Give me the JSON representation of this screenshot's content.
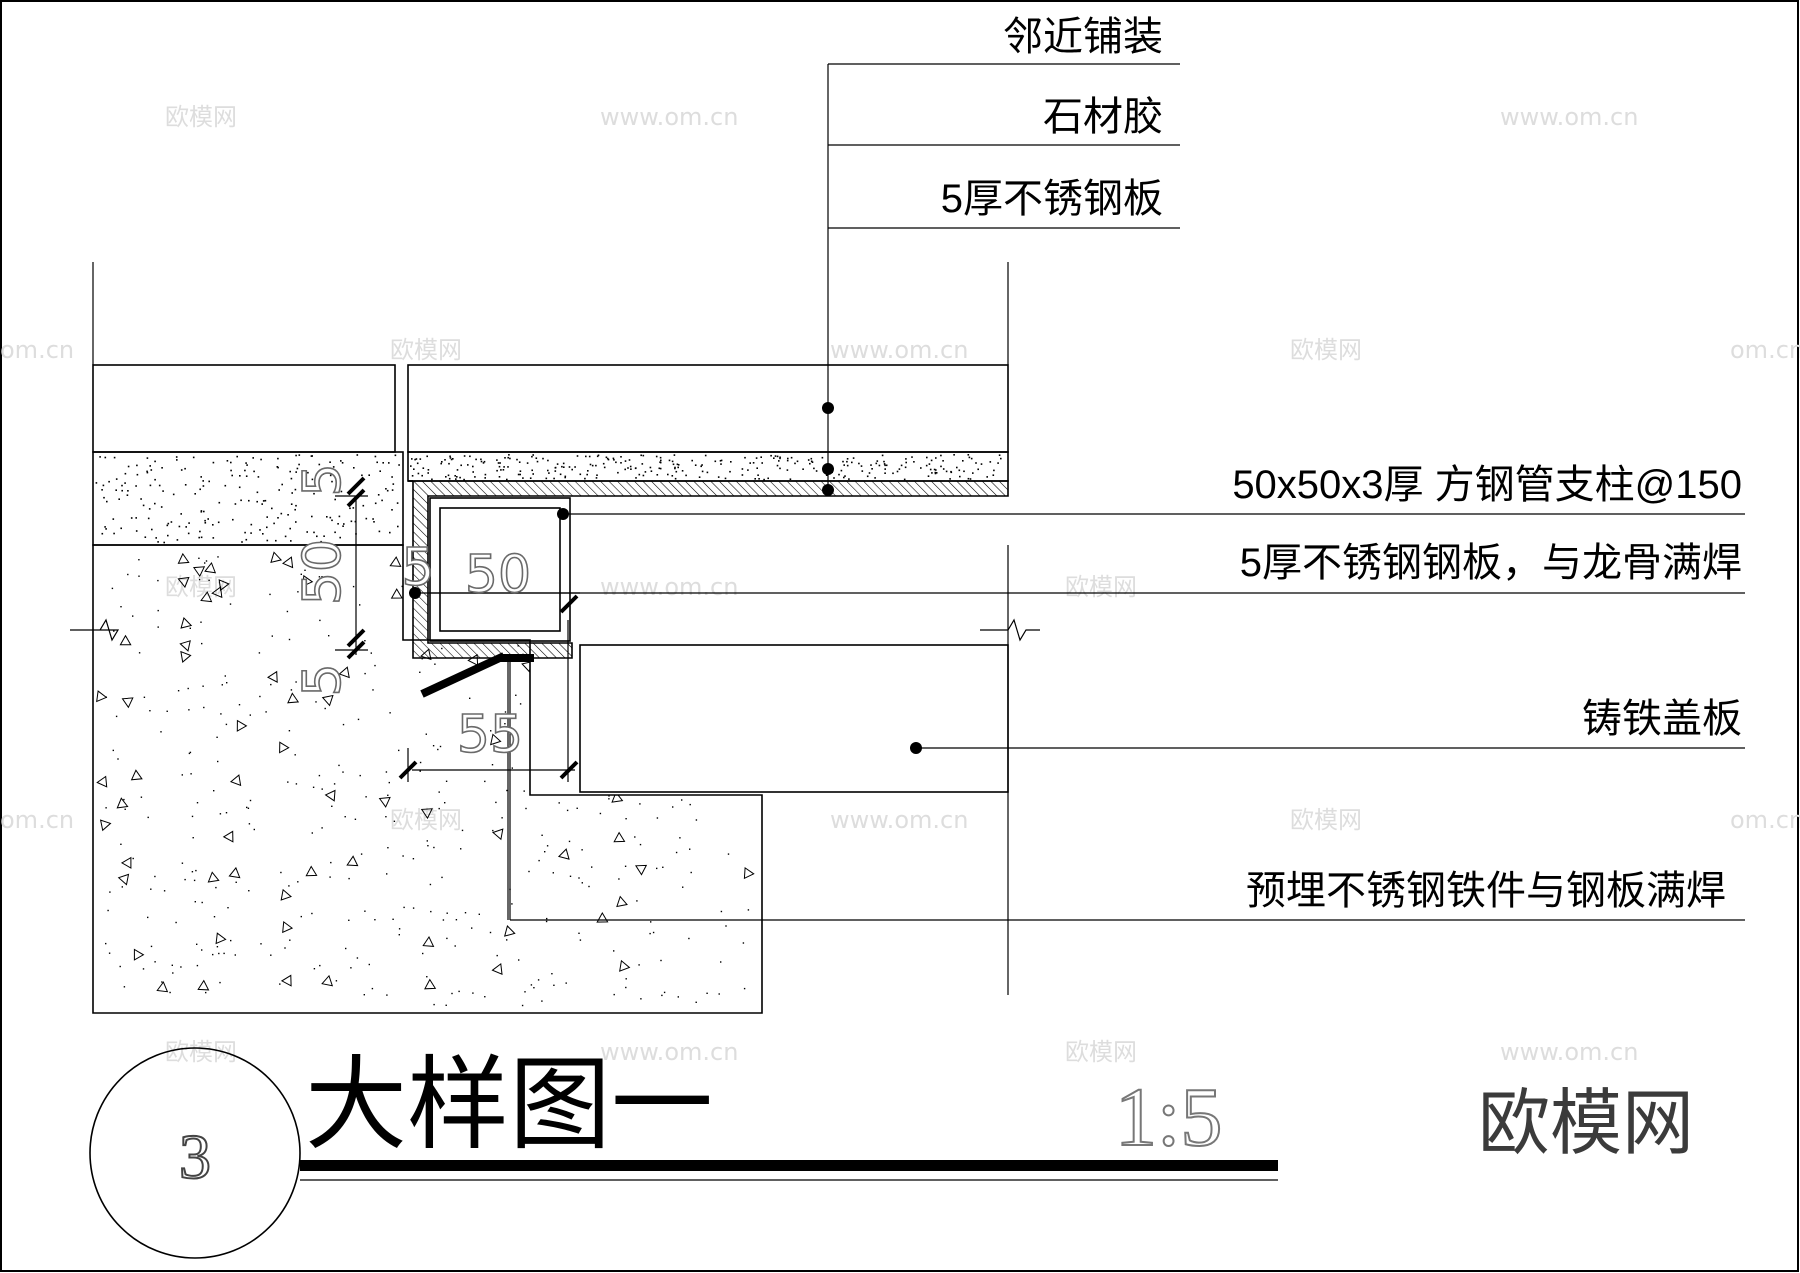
{
  "labels": {
    "adjacent_paving": "邻近铺装",
    "stone_glue": "石材胶",
    "steel_plate_5": "5厚不锈钢板",
    "square_tube": "50x50x3厚 方钢管支柱@150",
    "steel_plate_weld": "5厚不锈钢钢板，与龙骨满焊",
    "cast_iron_cover": "铸铁盖板",
    "embedded_parts": "预埋不锈钢铁件与钢板满焊"
  },
  "dimensions": {
    "d_5_top": "5",
    "d_50_vertical": "50",
    "d_5_bottom": "5",
    "d_5_small": "5",
    "d_50_inside": "50",
    "d_55": "55"
  },
  "title": {
    "number": "3",
    "name": "大样图一",
    "scale": "1:5"
  },
  "brand": "欧模网",
  "watermark": {
    "cn": "欧模网",
    "url": "www.om.cn",
    "url_short": "om.cn"
  },
  "colors": {
    "line": "#000000",
    "dimension_text": "#6a6a6a",
    "watermark": "#dddddd"
  }
}
